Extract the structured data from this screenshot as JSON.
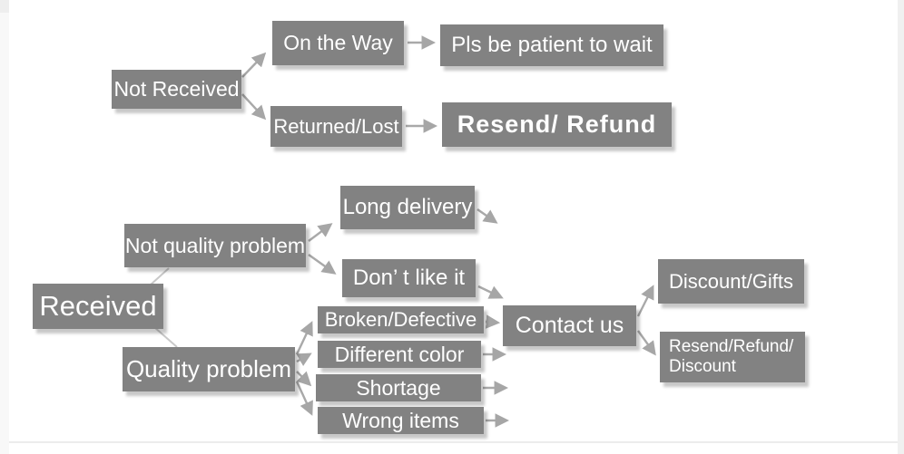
{
  "diagram": {
    "title": "order problem resolution flowchart",
    "colors": {
      "node_fill": "#828282",
      "node_text": "#ffffff",
      "arrow": "#a6a6a6",
      "connector_line": "#c9c9c9",
      "background": "#ffffff"
    },
    "nodes": {
      "not_received": {
        "label": "Not Received"
      },
      "on_the_way": {
        "label": "On the Way"
      },
      "pls_wait": {
        "label": "Pls be patient to wait"
      },
      "returned_lost": {
        "label": "Returned/Lost"
      },
      "resend_refund": {
        "label": "Resend/ Refund"
      },
      "received": {
        "label": "Received"
      },
      "not_quality_problem": {
        "label": "Not quality problem"
      },
      "long_delivery": {
        "label": "Long delivery"
      },
      "dont_like_it": {
        "label": "Don’ t like it"
      },
      "quality_problem": {
        "label": "Quality problem"
      },
      "broken_defective": {
        "label": "Broken/Defective"
      },
      "different_color": {
        "label": "Different color"
      },
      "shortage": {
        "label": "Shortage"
      },
      "wrong_items": {
        "label": "Wrong items"
      },
      "contact_us": {
        "label": "Contact us"
      },
      "discount_gifts": {
        "label": "Discount/Gifts"
      },
      "resend_refund_discount": {
        "line1": "Resend/Refund/",
        "line2": "Discount"
      }
    },
    "edges": [
      {
        "from": "not_received",
        "to": "on_the_way",
        "arrow": true
      },
      {
        "from": "not_received",
        "to": "returned_lost",
        "arrow": true
      },
      {
        "from": "on_the_way",
        "to": "pls_wait",
        "arrow": true
      },
      {
        "from": "returned_lost",
        "to": "resend_refund",
        "arrow": true
      },
      {
        "from": "received",
        "to": "not_quality_problem",
        "arrow": false
      },
      {
        "from": "received",
        "to": "quality_problem",
        "arrow": false
      },
      {
        "from": "not_quality_problem",
        "to": "long_delivery",
        "arrow": true
      },
      {
        "from": "not_quality_problem",
        "to": "dont_like_it",
        "arrow": true
      },
      {
        "from": "long_delivery",
        "to": "contact_us",
        "arrow": true
      },
      {
        "from": "dont_like_it",
        "to": "contact_us",
        "arrow": true
      },
      {
        "from": "quality_problem",
        "to": "broken_defective",
        "arrow": true
      },
      {
        "from": "quality_problem",
        "to": "different_color",
        "arrow": true
      },
      {
        "from": "quality_problem",
        "to": "shortage",
        "arrow": true
      },
      {
        "from": "quality_problem",
        "to": "wrong_items",
        "arrow": true
      },
      {
        "from": "broken_defective",
        "to": "contact_us",
        "arrow": true
      },
      {
        "from": "different_color",
        "to": "contact_us",
        "arrow": true
      },
      {
        "from": "shortage",
        "to": "contact_us",
        "arrow": true
      },
      {
        "from": "wrong_items",
        "to": "contact_us",
        "arrow": true
      },
      {
        "from": "contact_us",
        "to": "discount_gifts",
        "arrow": true
      },
      {
        "from": "contact_us",
        "to": "resend_refund_discount",
        "arrow": true
      }
    ]
  }
}
